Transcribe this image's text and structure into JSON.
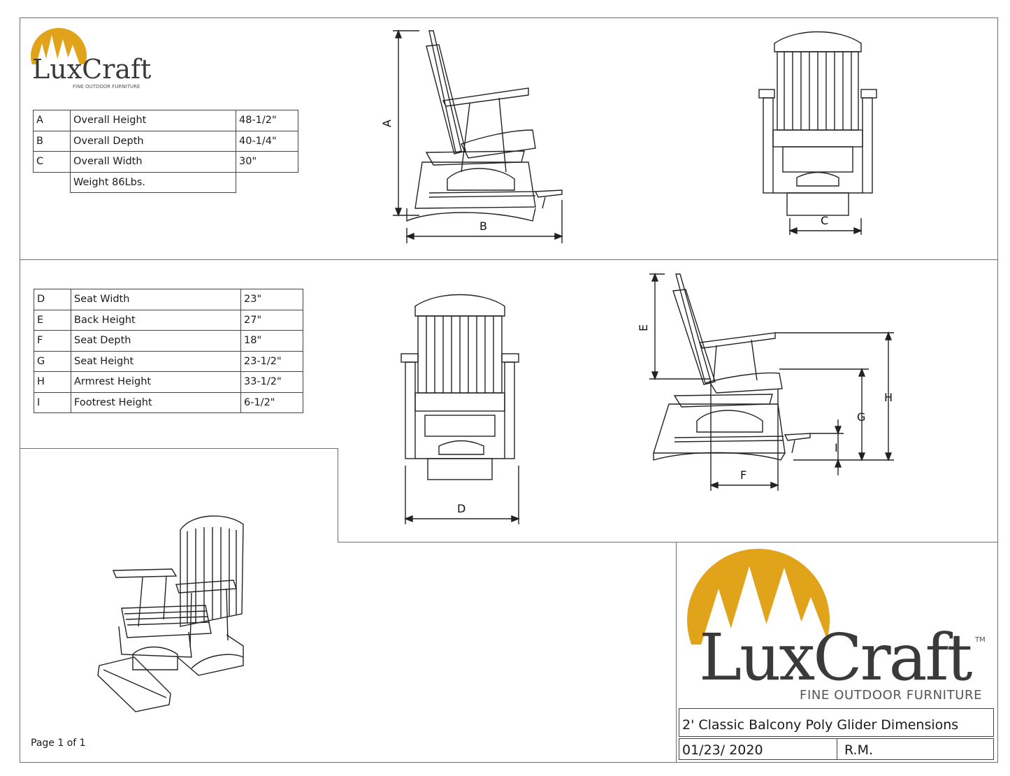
{
  "brand": {
    "name_part1": "Lux",
    "name_part2": "Craft",
    "tagline": "FINE OUTDOOR FURNITURE",
    "trademark": "TM",
    "gold_color": "#e0a319",
    "text_color": "#3a3a3a"
  },
  "dimensions_table_1": [
    {
      "key": "A",
      "label": "Overall Height",
      "value": "48-1/2\""
    },
    {
      "key": "B",
      "label": "Overall Depth",
      "value": "40-1/4\""
    },
    {
      "key": "C",
      "label": "Overall Width",
      "value": "30\""
    }
  ],
  "weight": "Weight 86Lbs.",
  "dimensions_table_2": [
    {
      "key": "D",
      "label": "Seat Width",
      "value": "23\""
    },
    {
      "key": "E",
      "label": "Back Height",
      "value": "27\""
    },
    {
      "key": "F",
      "label": "Seat Depth",
      "value": "18\""
    },
    {
      "key": "G",
      "label": "Seat Height",
      "value": "23-1/2\""
    },
    {
      "key": "H",
      "label": "Armrest Height",
      "value": "33-1/2\""
    },
    {
      "key": "I",
      "label": "Footrest Height",
      "value": "6-1/2\""
    }
  ],
  "drawing_labels": {
    "a": "A",
    "b": "B",
    "c": "C",
    "d": "D",
    "e": "E",
    "f": "F",
    "g": "G",
    "h": "H",
    "i": "I"
  },
  "title_block": {
    "title": "2' Classic Balcony Poly Glider Dimensions",
    "date": "01/23/ 2020",
    "initials": "R.M."
  },
  "page_label": "Page 1 of 1"
}
